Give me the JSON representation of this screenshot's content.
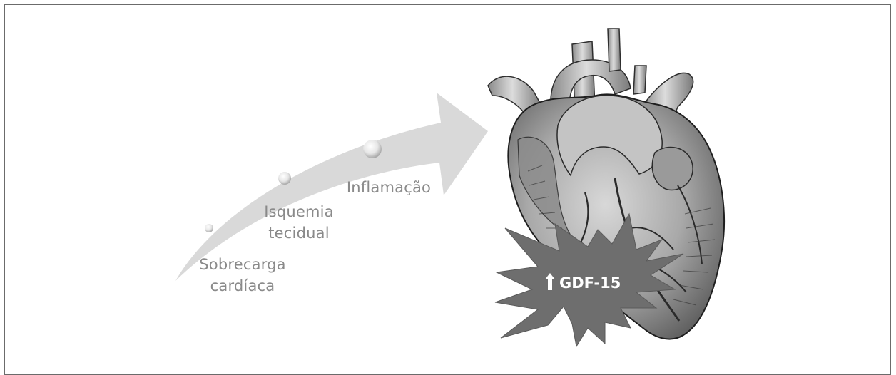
{
  "steps": [
    {
      "label": "Sobrecarga\ncardíaca"
    },
    {
      "label": "Isquemia\ntecidual"
    },
    {
      "label": "Inflamação"
    }
  ],
  "biomarker": {
    "label": "GDF-15",
    "direction_icon": "up-arrow-icon"
  },
  "colors": {
    "arrow": "#d9d9d9",
    "label_text": "#8a8a8a",
    "starburst": "#6e6e6e",
    "frame": "#6b6b6b"
  }
}
